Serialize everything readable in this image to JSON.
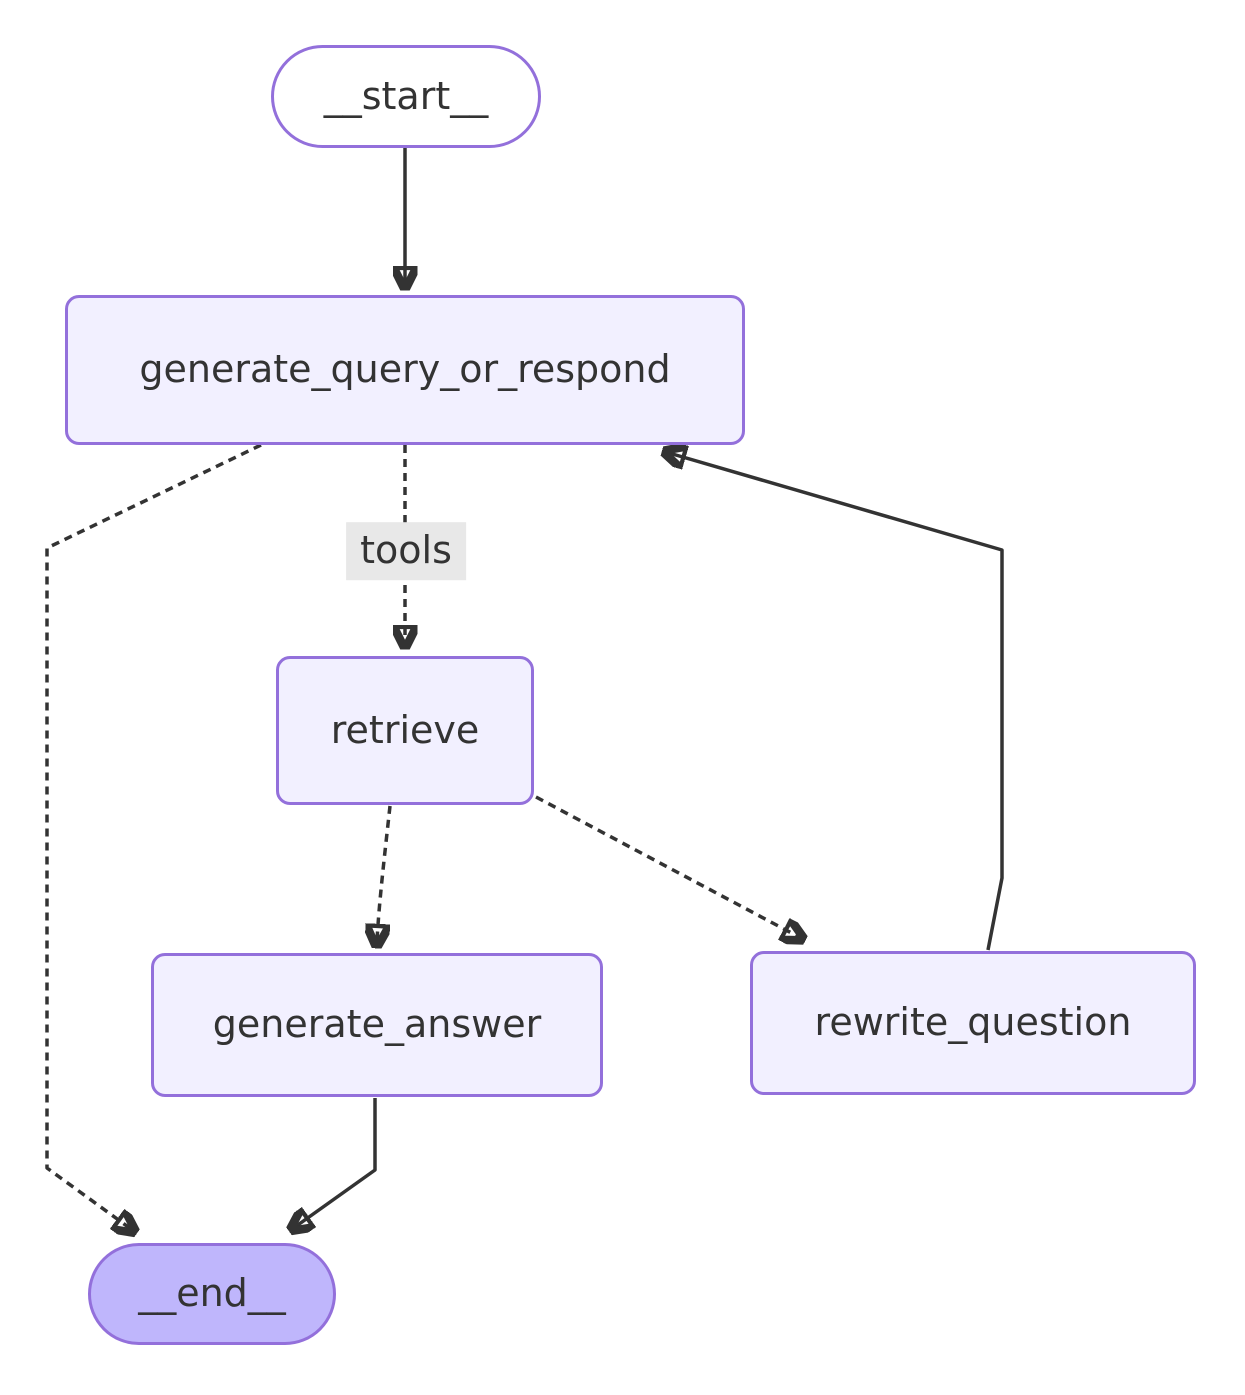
{
  "diagram": {
    "type": "flowchart",
    "orientation": "top-down",
    "nodes": {
      "start": {
        "label": "__start__",
        "shape": "pill"
      },
      "gqor": {
        "label": "generate_query_or_respond",
        "shape": "rect"
      },
      "retrieve": {
        "label": "retrieve",
        "shape": "rect"
      },
      "answer": {
        "label": "generate_answer",
        "shape": "rect"
      },
      "rewrite": {
        "label": "rewrite_question",
        "shape": "rect"
      },
      "end": {
        "label": "__end__",
        "shape": "pill"
      }
    },
    "edge_labels": {
      "tools": "tools"
    },
    "edges": [
      {
        "from": "__start__",
        "to": "generate_query_or_respond",
        "style": "solid"
      },
      {
        "from": "generate_query_or_respond",
        "to": "retrieve",
        "style": "dashed",
        "label": "tools"
      },
      {
        "from": "generate_query_or_respond",
        "to": "__end__",
        "style": "dashed"
      },
      {
        "from": "retrieve",
        "to": "generate_answer",
        "style": "dashed"
      },
      {
        "from": "retrieve",
        "to": "rewrite_question",
        "style": "dashed"
      },
      {
        "from": "rewrite_question",
        "to": "generate_query_or_respond",
        "style": "solid"
      },
      {
        "from": "generate_answer",
        "to": "__end__",
        "style": "solid"
      }
    ],
    "colors": {
      "background": "#ffffff",
      "node_fill": "#f2f0ff",
      "node_border": "#9370db",
      "start_fill": "#ffffff",
      "end_fill": "#bfb6fc",
      "edge_stroke": "#333333",
      "text": "#333333",
      "edge_label_background": "#e8e8e8"
    }
  }
}
